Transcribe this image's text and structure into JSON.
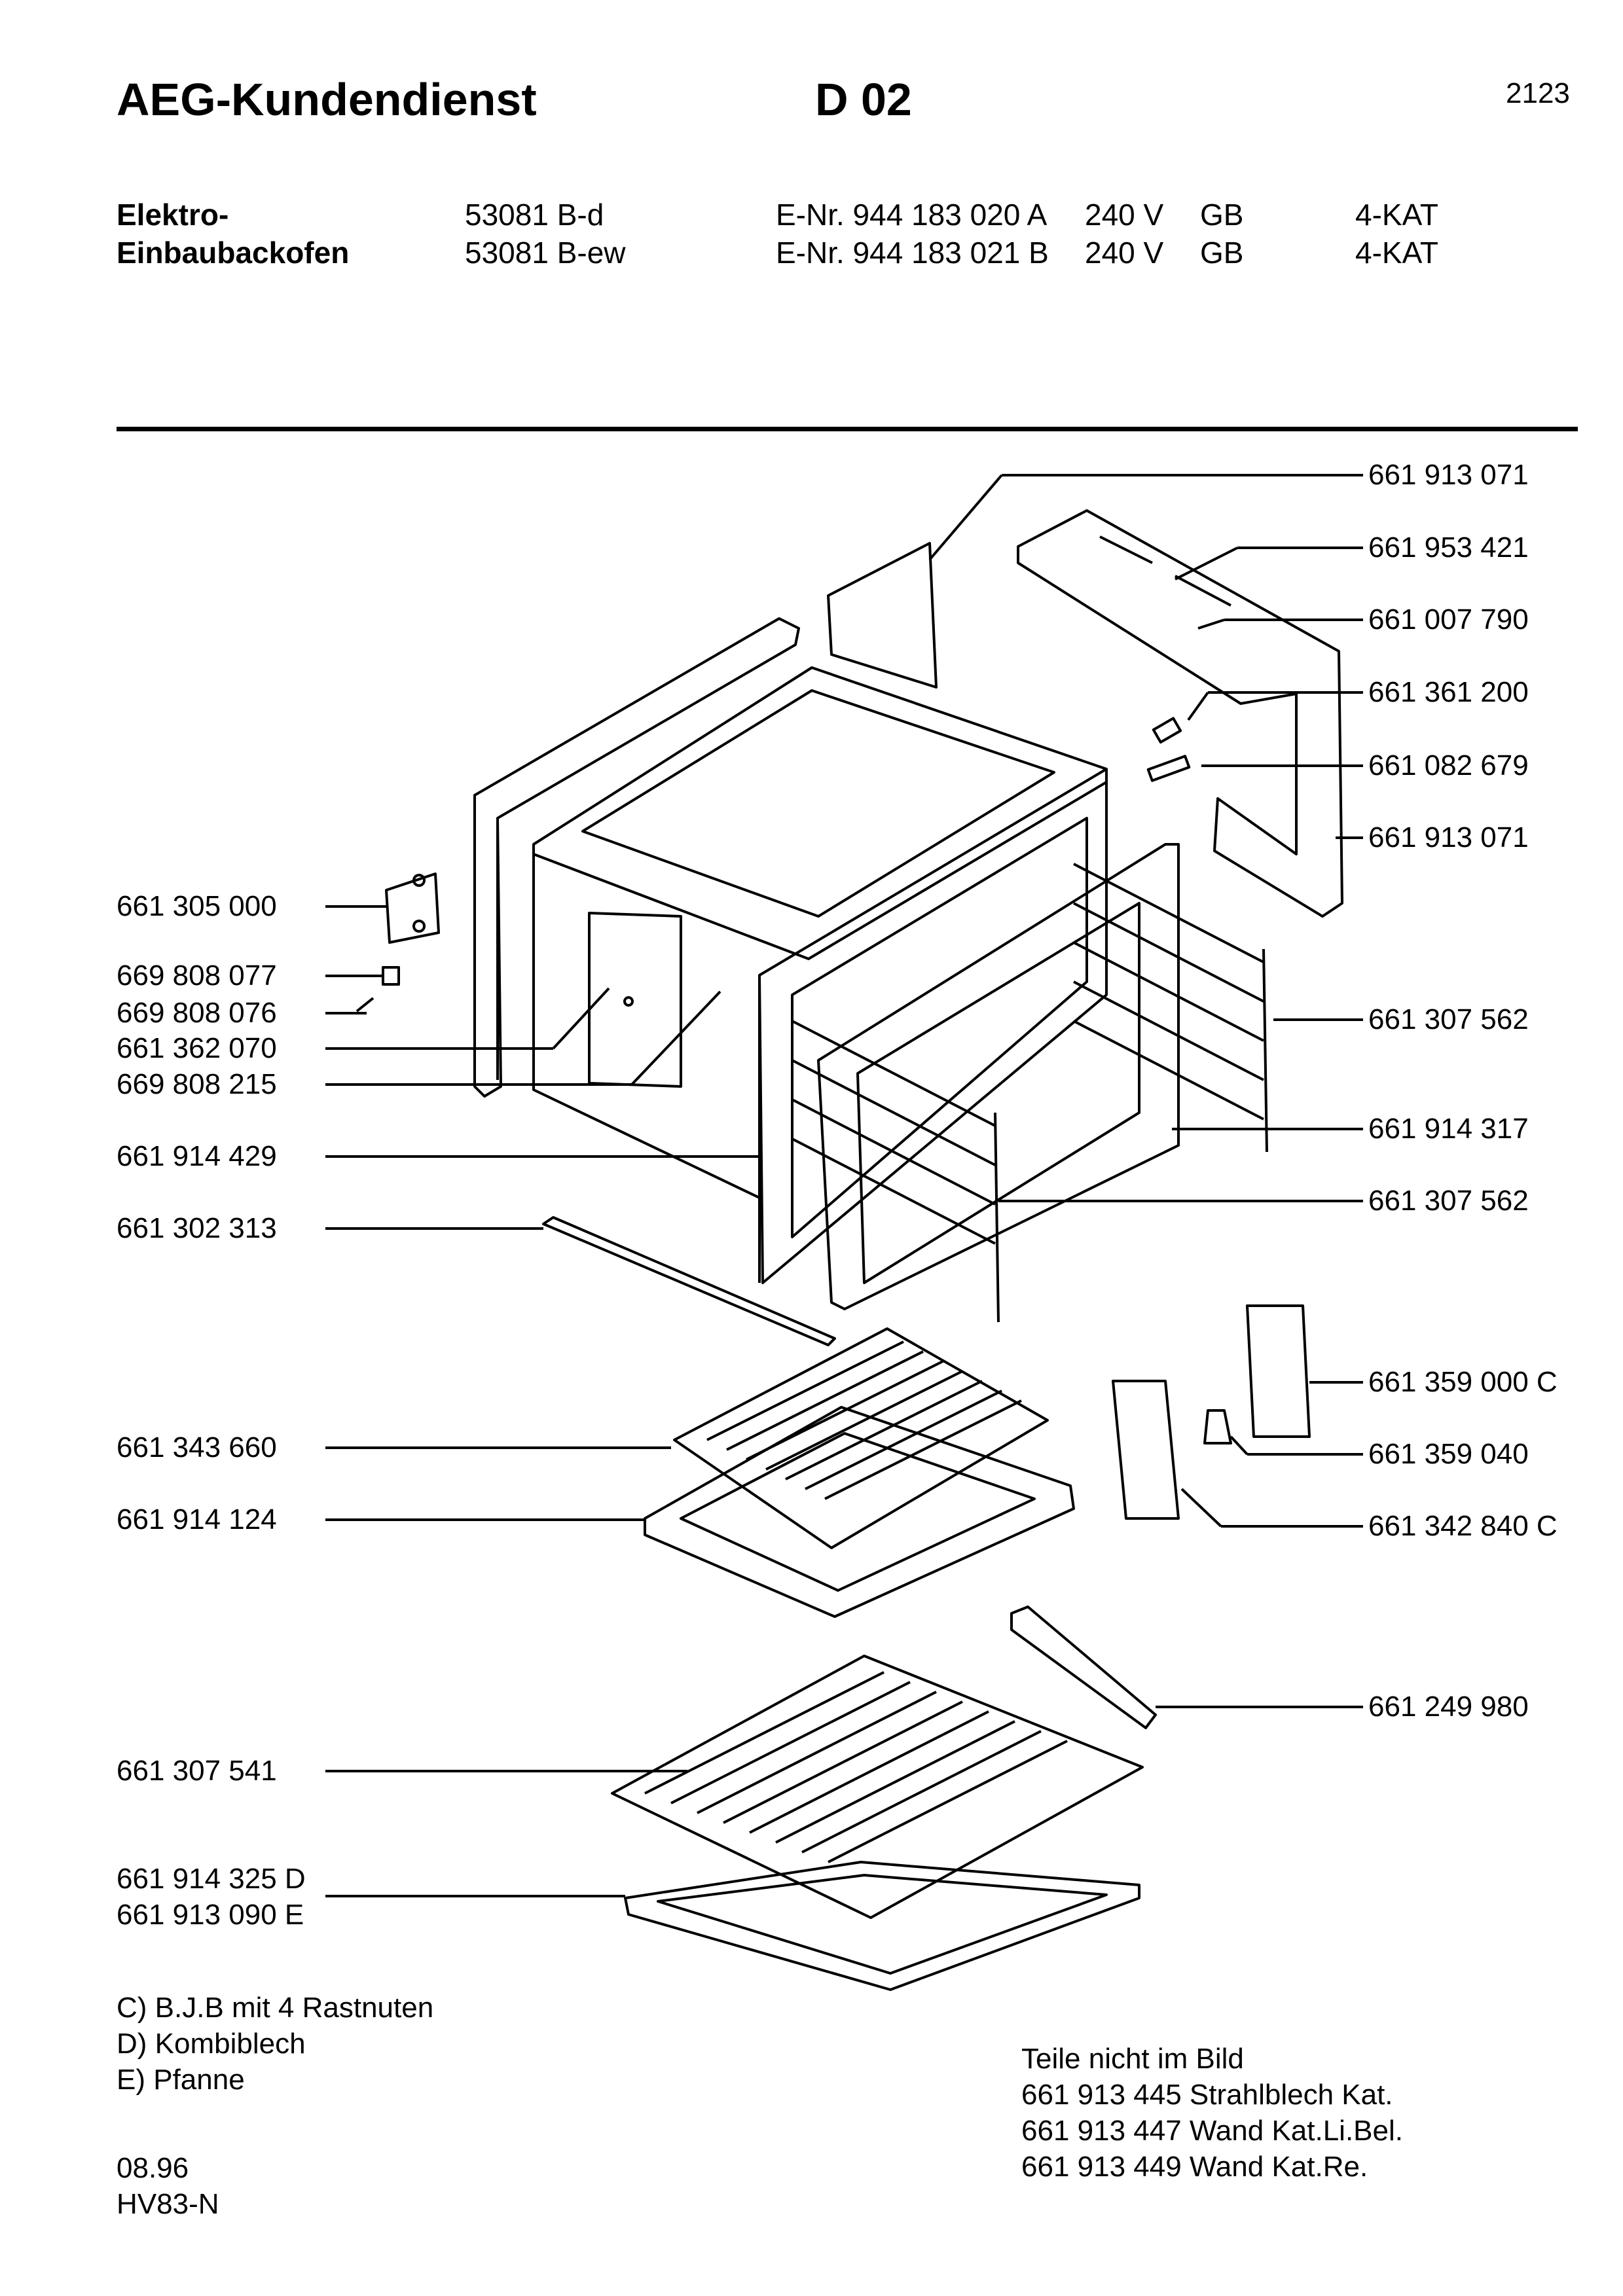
{
  "header": {
    "company": "AEG-Kundendienst",
    "sheet": "D 02",
    "page_number": "2123"
  },
  "product": {
    "type_line1": "Elektro-",
    "type_line2": "Einbaubackofen",
    "variants": [
      {
        "model": "53081 B-d",
        "enr": "E-Nr. 944 183 020 A",
        "voltage": "240 V",
        "country": "GB",
        "category": "4-KAT"
      },
      {
        "model": "53081 B-ew",
        "enr": "E-Nr. 944 183 021 B",
        "voltage": "240 V",
        "country": "GB",
        "category": "4-KAT"
      }
    ]
  },
  "parts_left": [
    "661 305 000",
    "669 808 077",
    "669 808 076",
    "661 362 070",
    "669 808 215",
    "661 914 429",
    "661 302 313",
    "661 343 660",
    "661 914 124",
    "661 307 541",
    "661 914 325 D",
    "661 913 090 E"
  ],
  "parts_right": [
    "661 913 071",
    "661 953 421",
    "661 007 790",
    "661 361 200",
    "661 082 679",
    "661 913 071",
    "661 307 562",
    "661 914 317",
    "661 307 562",
    "661 359 000 C",
    "661 359 040",
    "661 342 840 C",
    "661 249 980"
  ],
  "legend": [
    "C) B.J.B mit 4 Rastnuten",
    "D) Kombiblech",
    "E) Pfanne"
  ],
  "not_shown": {
    "heading": "Teile nicht im Bild",
    "items": [
      "661 913 445 Strahlblech Kat.",
      "661 913 447 Wand Kat.Li.Bel.",
      "661 913 449 Wand Kat.Re."
    ]
  },
  "footer": {
    "date": "08.96",
    "code": "HV83-N"
  }
}
